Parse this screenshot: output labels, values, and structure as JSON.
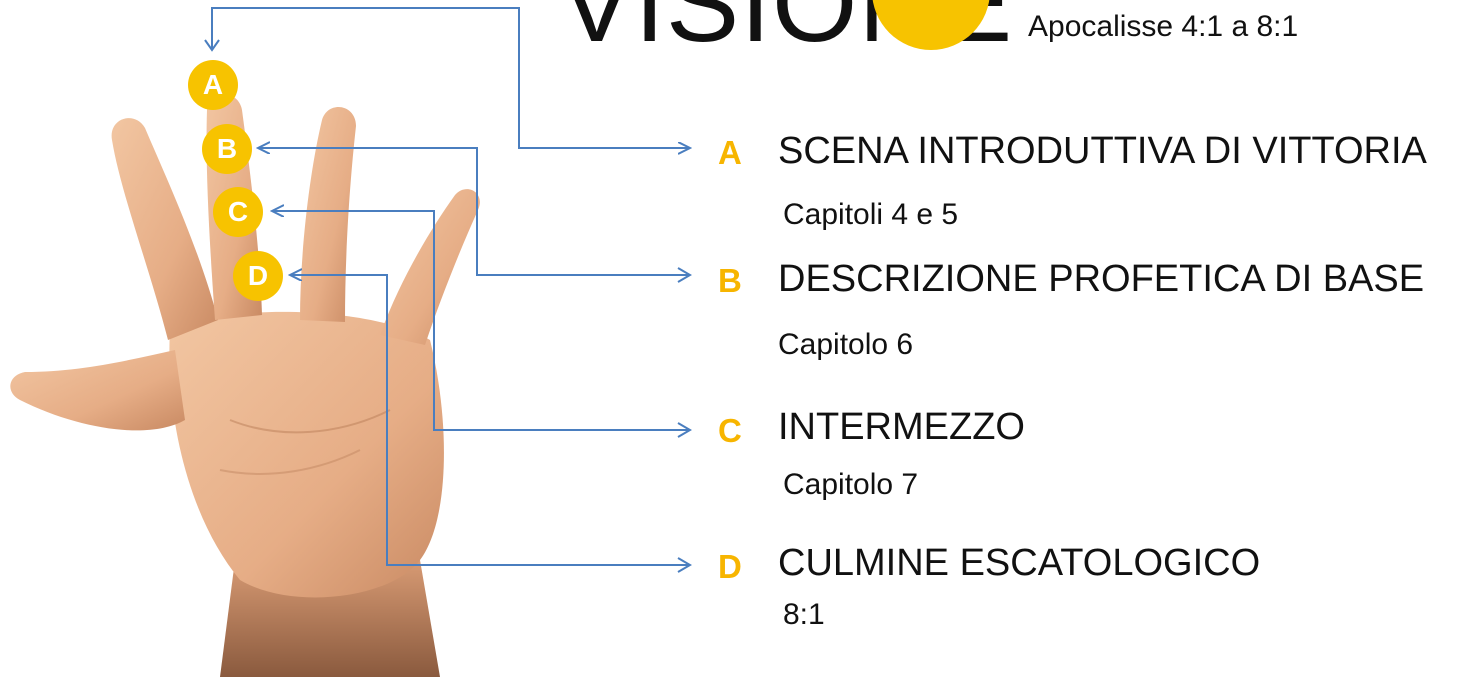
{
  "header": {
    "title": "VISIONE",
    "reference": "Apocalisse 4:1 a 8:1"
  },
  "badges": [
    "A",
    "B",
    "C",
    "D"
  ],
  "sections": [
    {
      "letter": "A",
      "title": "SCENA INTRODUTTIVA DI VITTORIA",
      "subtitle": "Capitoli 4 e 5"
    },
    {
      "letter": "B",
      "title": "DESCRIZIONE PROFETICA DI BASE",
      "subtitle": "Capitolo 6"
    },
    {
      "letter": "C",
      "title": "INTERMEZZO",
      "subtitle": "Capitolo 7"
    },
    {
      "letter": "D",
      "title": "CULMINE ESCATOLOGICO",
      "subtitle": "8:1"
    }
  ],
  "colors": {
    "accent": "#f7c300",
    "letter": "#f7b500",
    "connector": "#4a7ebf",
    "skin": "#e8b58f"
  },
  "illustration": "open-hand-icon"
}
